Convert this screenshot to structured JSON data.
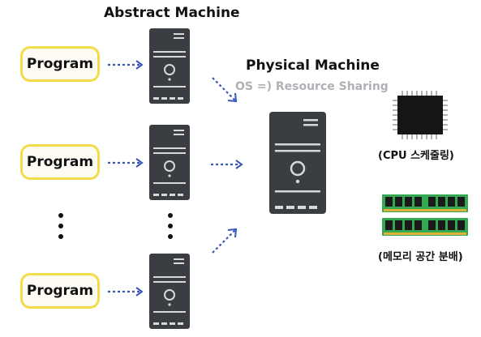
{
  "abstract_machine": {
    "title": "Abstract Machine",
    "programs": [
      "Program",
      "Program",
      "Program"
    ]
  },
  "physical_machine": {
    "title": "Physical Machine",
    "subtitle": "OS =) Resource Sharing"
  },
  "resources": {
    "cpu_label": "(CPU 스케줄링)",
    "memory_label": "(메모리 공간 분배)"
  },
  "colors": {
    "program_border": "#f2dc4a",
    "arrow": "#3a56b8",
    "server_body": "#3a3d42"
  },
  "icons": {
    "server": "server-tower-icon",
    "cpu": "cpu-chip-icon",
    "ram": "ram-module-icon"
  }
}
